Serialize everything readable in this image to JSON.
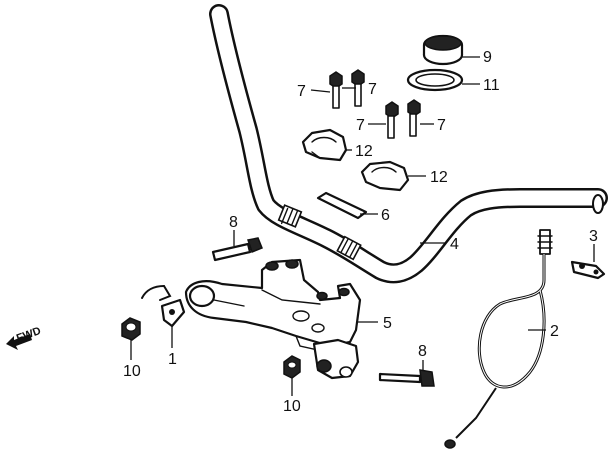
{
  "callouts": {
    "c1": "1",
    "c2": "2",
    "c3": "3",
    "c4": "4",
    "c5": "5",
    "c6": "6",
    "c7a": "7",
    "c7b": "7",
    "c7c": "7",
    "c7d": "7",
    "c8a": "8",
    "c8b": "8",
    "c9": "9",
    "c10a": "10",
    "c10b": "10",
    "c11": "11",
    "c12a": "12",
    "c12b": "12"
  },
  "direction_label": "FWD",
  "icons": [
    "fwd-arrow-icon"
  ]
}
